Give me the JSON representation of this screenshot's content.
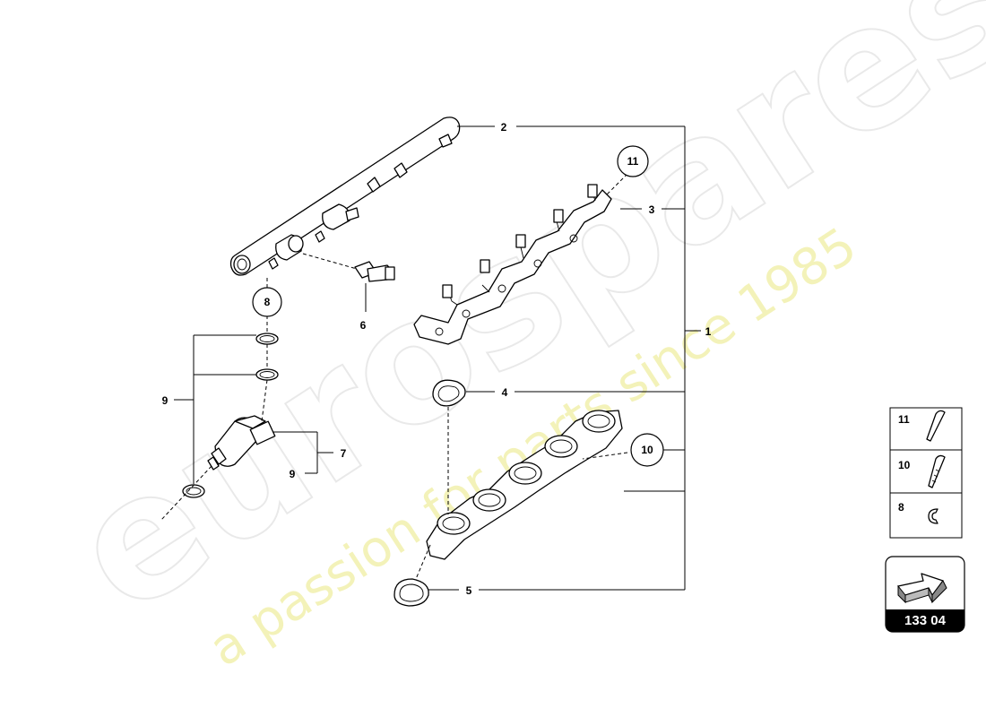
{
  "watermark": {
    "brand": "eurospares",
    "tagline": "a passion for parts since 1985"
  },
  "callouts": {
    "c1": "1",
    "c2": "2",
    "c3": "3",
    "c4": "4",
    "c5": "5",
    "c6": "6",
    "c7": "7",
    "c8": "8",
    "c9_upper": "9",
    "c9_lower": "9",
    "c10": "10",
    "c11": "11"
  },
  "legend": {
    "items": [
      {
        "number": "11",
        "icon": "bolt-long-icon"
      },
      {
        "number": "10",
        "icon": "bolt-threaded-icon"
      },
      {
        "number": "8",
        "icon": "clip-ring-icon"
      }
    ]
  },
  "navigation": {
    "page_ref": "133 04",
    "icon": "arrow-forward-icon"
  }
}
